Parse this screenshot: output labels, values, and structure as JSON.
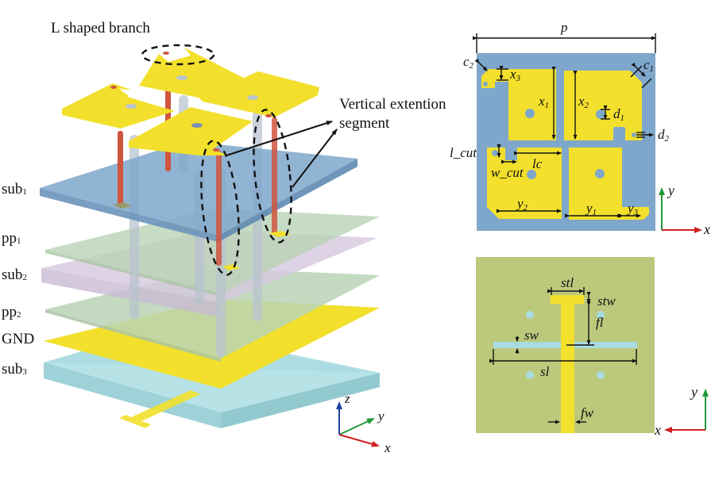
{
  "figure": {
    "left_panel": {
      "title": "3D exploded view",
      "annotations": {
        "l_branch": "L shaped branch",
        "vertical_line1": "Vertical extention",
        "vertical_line2": "segment"
      },
      "layers": [
        {
          "base": "sub",
          "sub": "1"
        },
        {
          "base": "pp",
          "sub": "1"
        },
        {
          "base": "sub",
          "sub": "2"
        },
        {
          "base": "pp",
          "sub": "2"
        },
        {
          "base": "GND",
          "sub": ""
        },
        {
          "base": "sub",
          "sub": "3"
        }
      ],
      "axes": {
        "z": "z",
        "y": "y",
        "x": "x"
      }
    },
    "top_right_panel": {
      "title": "Top patch layer",
      "dimension_labels": {
        "p": "p",
        "c1": "c",
        "c1_sub": "1",
        "c2": "c",
        "c2_sub": "2",
        "x1": "x",
        "x1_sub": "1",
        "x2": "x",
        "x2_sub": "2",
        "x3": "x",
        "x3_sub": "3",
        "d1": "d",
        "d1_sub": "1",
        "d2": "d",
        "d2_sub": "2",
        "l_cut": "l_cut",
        "w_cut": "w_cut",
        "lc": "lc",
        "y1": "y",
        "y1_sub": "1",
        "y2": "y",
        "y2_sub": "2",
        "y3": "y",
        "y3_sub": "3"
      },
      "axes": {
        "y": "y",
        "x": "x"
      }
    },
    "bottom_right_panel": {
      "title": "Feed layer",
      "dimension_labels": {
        "stl": "stl",
        "stw": "stw",
        "fl": "fl",
        "sw": "sw",
        "sl": "sl",
        "fw": "fw"
      },
      "axes": {
        "y": "y",
        "x": "x"
      }
    },
    "colors": {
      "copper": "#f2e02c",
      "sub1": "#7fa7cb",
      "prepreg": "#b9d3b5",
      "sub2": "#d6c8df",
      "sub3": "#a9dbe0",
      "feed_bg": "#bcc97c",
      "slot": "#a9dbe0",
      "via_red": "#d0553f",
      "via_grey": "#b9c4cf",
      "axis_x": "#d01f1f",
      "axis_y": "#1f9a3a",
      "axis_z": "#1f3f9f"
    }
  }
}
